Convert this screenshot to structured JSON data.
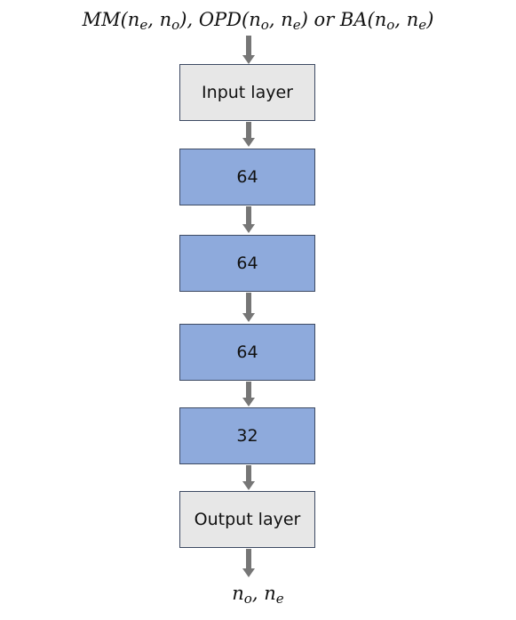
{
  "input_label": {
    "segments": [
      {
        "t": "MM("
      },
      {
        "t": "n"
      },
      {
        "t": "e",
        "sub": true
      },
      {
        "t": ", n"
      },
      {
        "t": "o",
        "sub": true
      },
      {
        "t": "), OPD("
      },
      {
        "t": "n"
      },
      {
        "t": "o",
        "sub": true
      },
      {
        "t": ", n"
      },
      {
        "t": "e",
        "sub": true
      },
      {
        "t": ") or BA("
      },
      {
        "t": "n"
      },
      {
        "t": "o",
        "sub": true
      },
      {
        "t": ", n"
      },
      {
        "t": "e",
        "sub": true
      },
      {
        "t": ")"
      }
    ]
  },
  "layers": [
    {
      "label": "Input layer",
      "kind": "io"
    },
    {
      "label": "64",
      "kind": "hidden"
    },
    {
      "label": "64",
      "kind": "hidden"
    },
    {
      "label": "64",
      "kind": "hidden"
    },
    {
      "label": "32",
      "kind": "hidden"
    },
    {
      "label": "Output layer",
      "kind": "io"
    }
  ],
  "output_label": {
    "segments": [
      {
        "t": "n"
      },
      {
        "t": "o",
        "sub": true
      },
      {
        "t": ", n"
      },
      {
        "t": "e",
        "sub": true
      }
    ]
  },
  "colors": {
    "io_fill": "#e7e7e7",
    "hidden_fill": "#8eaadc",
    "box_border": "#3d4a63",
    "arrow": "#767676"
  }
}
